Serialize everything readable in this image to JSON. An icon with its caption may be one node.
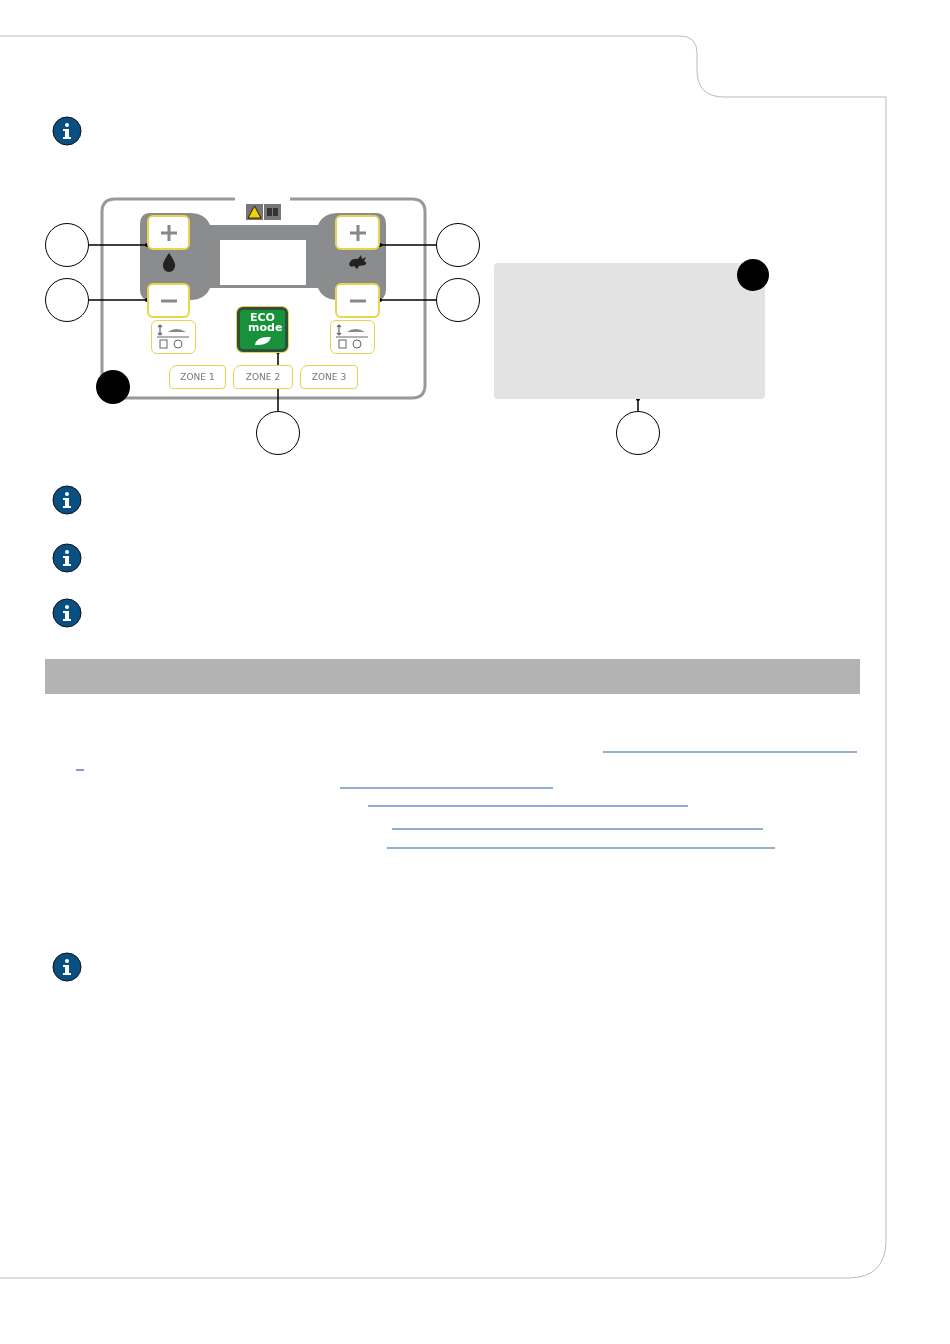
{
  "diagram": {
    "nodes": [
      {
        "text": [],
        "shape": "circle"
      },
      {
        "text": [],
        "shape": "box"
      },
      {
        "text": [],
        "shape": "box"
      },
      {
        "text": [],
        "shape": "circle"
      },
      {
        "text": [],
        "shape": "box"
      },
      {
        "text": [],
        "shape": "circle",
        "in": 4
      },
      {
        "text": [],
        "shape": "circle"
      },
      {
        "text": [],
        "shape": "box"
      },
      {
        "text": [],
        "shape": "box"
      },
      {
        "text": [],
        "shape": "circle"
      },
      {
        "text": [
          "ECO mode"
        ]
      },
      {
        "text": [],
        "shape": "circle"
      },
      {
        "text": [],
        "shape": "circle"
      },
      {
        "text": [],
        "shape": "circle"
      },
      {
        "text": [],
        "shape": "box"
      },
      {
        "text": [],
        "shape": "box"
      },
      {
        "text": [],
        "shape": "bar"
      }
    ],
    "edges": [
      {
        "from": 0,
        "to": 1,
        "arrow": "other"
      },
      {
        "from": 3,
        "to": 2,
        "arrow": "other"
      },
      {
        "from": 6,
        "to": 7,
        "arrow": "other"
      },
      {
        "from": 9,
        "to": 8,
        "arrow": "other"
      },
      {
        "from": 12,
        "to": 10,
        "arrow": "other"
      },
      {
        "from": 13,
        "to": 4,
        "arrow": "other"
      }
    ],
    "labels": [
      "ZONE 1",
      "ZONE 2",
      "ZONE 3"
    ]
  }
}
